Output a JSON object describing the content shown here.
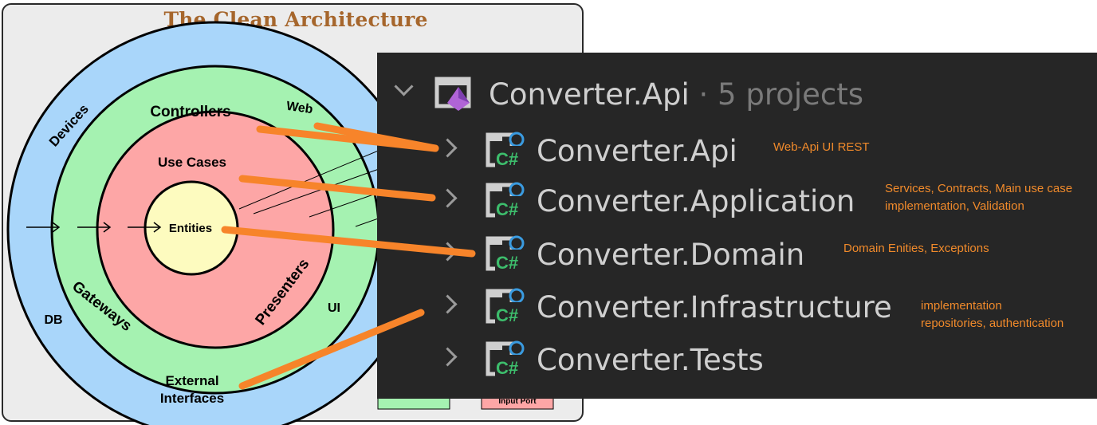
{
  "diagram": {
    "title": "The Clean Architecture",
    "layers": {
      "entities": "Entities",
      "use_cases": "Use Cases",
      "controllers": "Controllers",
      "gateways": "Gateways",
      "presenters": "Presenters",
      "devices": "Devices",
      "web": "Web",
      "db": "DB",
      "ui": "UI",
      "external_line1": "External",
      "external_line2": "Interfaces"
    },
    "legend_port": "Input Port",
    "colors": {
      "entities": "#fdfbbf",
      "use_cases": "#fda6a6",
      "interface_adapters": "#a5f2b1",
      "frameworks": "#a9d6fa",
      "title": "#a6662c"
    }
  },
  "solution": {
    "name": "Converter.Api",
    "separator": " · ",
    "count": "5 projects",
    "projects": [
      {
        "name": "Converter.Api",
        "note": [
          "Web-Api UI REST"
        ]
      },
      {
        "name": "Converter.Application",
        "note": [
          "Services, Contracts, Main use case",
          "implementation, Validation"
        ]
      },
      {
        "name": "Converter.Domain",
        "note": [
          "Domain Enities, Exceptions"
        ]
      },
      {
        "name": "Converter.Infrastructure",
        "note": [
          "implementation",
          "repositories, authentication"
        ]
      },
      {
        "name": "Converter.Tests",
        "note": []
      }
    ],
    "colors": {
      "panel": "#262626",
      "text": "#cfcfcf",
      "note": "#f08a2b",
      "connector": "#f7842a"
    }
  }
}
